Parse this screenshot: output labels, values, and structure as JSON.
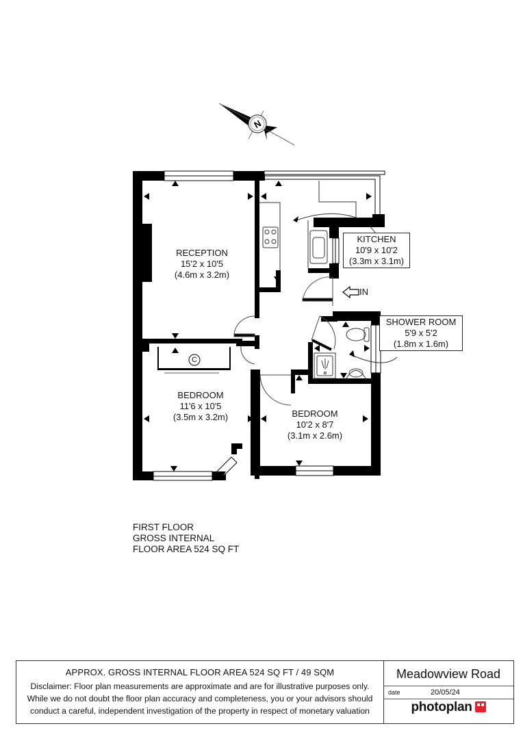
{
  "compass": {
    "label": "N",
    "icon": "north-arrow-icon"
  },
  "rooms": [
    {
      "id": "reception",
      "name": "RECEPTION",
      "imperial": "15'2 x 10'5",
      "metric": "(4.6m x 3.2m)"
    },
    {
      "id": "kitchen",
      "name": "KITCHEN",
      "imperial": "10'9 x 10'2",
      "metric": "(3.3m x 3.1m)"
    },
    {
      "id": "shower_room",
      "name": "SHOWER ROOM",
      "imperial": "5'9 x 5'2",
      "metric": "(1.8m x 1.6m)"
    },
    {
      "id": "bedroom_1",
      "name": "BEDROOM",
      "imperial": "11'6 x 10'5",
      "metric": "(3.5m x 3.2m)"
    },
    {
      "id": "bedroom_2",
      "name": "BEDROOM",
      "imperial": "10'2 x 8'7",
      "metric": "(3.1m x 2.6m)"
    }
  ],
  "entrance": {
    "label": "IN"
  },
  "cupboard": {
    "symbol": "©"
  },
  "floor_info": {
    "line1": "FIRST FLOOR",
    "line2": "GROSS INTERNAL",
    "line3": "FLOOR AREA 524 SQ FT"
  },
  "footer": {
    "area_title": "APPROX. GROSS INTERNAL FLOOR AREA 524 SQ FT / 49 SQM",
    "disclaimer": [
      "Disclaimer: Floor plan measurements are approximate and are for illustrative purposes only.",
      "While we do not doubt the floor plan accuracy and completeness, you or your advisors should",
      "conduct a careful, independent investigation of the property in respect of monetary valuation"
    ],
    "address": "Meadowview Road",
    "date_label": "date",
    "date_value": "20/05/24",
    "logo_text": "photoplan",
    "logo_color": "#e8202a"
  }
}
